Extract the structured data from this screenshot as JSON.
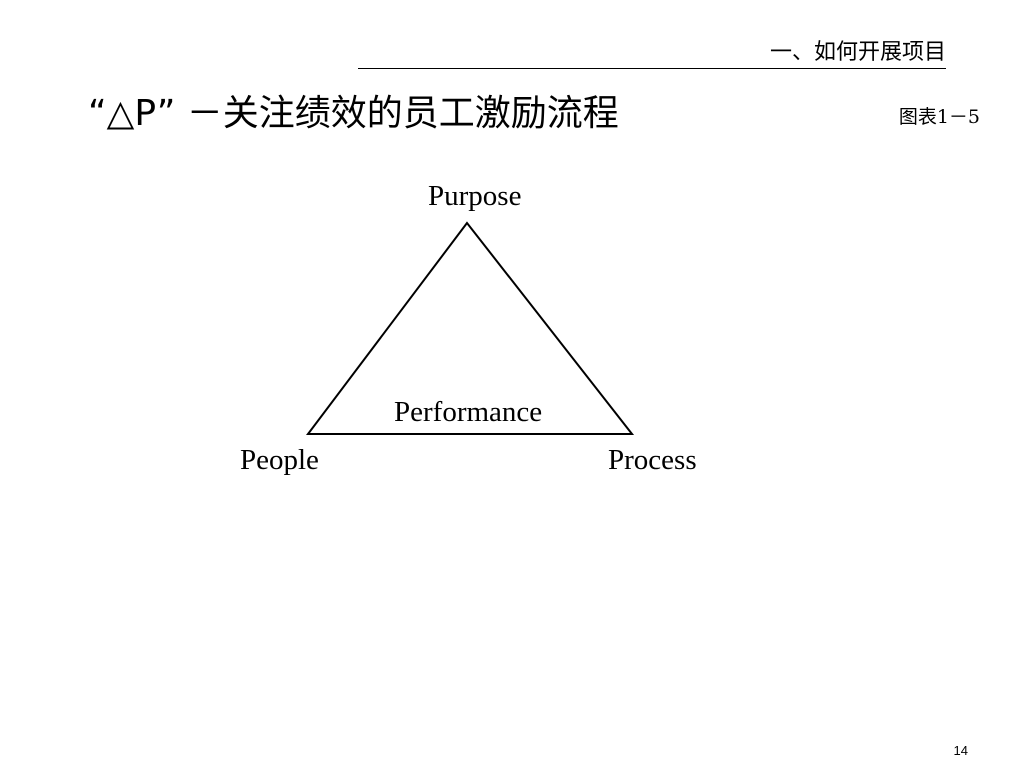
{
  "header": {
    "section": "一、如何开展项目"
  },
  "title": {
    "text": "“△P” －关注绩效的员工激励流程"
  },
  "figure": {
    "label": "图表1－5"
  },
  "diagram": {
    "top": "Purpose",
    "center": "Performance",
    "bottom_left": "People",
    "bottom_right": "Process"
  },
  "footer": {
    "page_number": "14"
  }
}
